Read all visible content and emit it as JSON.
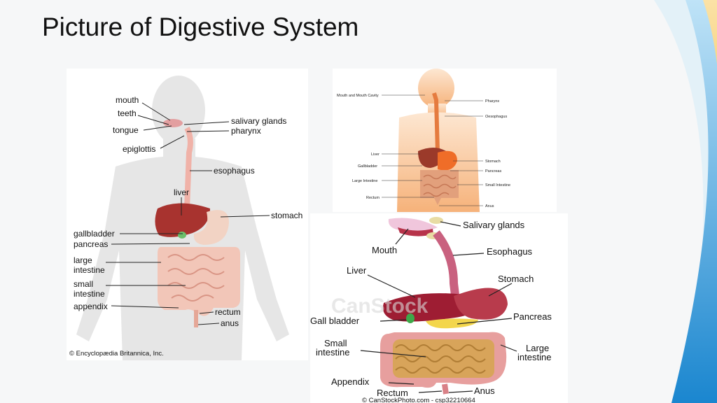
{
  "slide": {
    "title": "Picture of Digestive System"
  },
  "figure1": {
    "labels": {
      "mouth": "mouth",
      "teeth": "teeth",
      "tongue": "tongue",
      "epiglottis": "epiglottis",
      "salivary": "salivary glands",
      "pharynx": "pharynx",
      "esophagus": "esophagus",
      "liver": "liver",
      "stomach": "stomach",
      "gallbladder": "gallbladder",
      "pancreas": "pancreas",
      "large1": "large",
      "large2": "intestine",
      "small1": "small",
      "small2": "intestine",
      "appendix": "appendix",
      "rectum": "rectum",
      "anus": "anus"
    },
    "credit": "© Encyclopædia Britannica, Inc."
  },
  "figure2": {
    "labels": {
      "mouth": "Mouth and Mouth Cavity",
      "pharynx": "Pharynx",
      "esophagus": "Oesophagus",
      "liver": "Liver",
      "stomach": "Stomach",
      "gallbladder": "Gallbladder",
      "pancreas": "Pancreas",
      "large": "Large Intestine",
      "small": "Small Intestine",
      "rectum": "Rectum",
      "anus": "Anus"
    }
  },
  "figure3": {
    "labels": {
      "salivary": "Salivary glands",
      "mouth": "Mouth",
      "esophagus": "Esophagus",
      "liver": "Liver",
      "stomach": "Stomach",
      "gall": "Gall bladder",
      "pancreas": "Pancreas",
      "small1": "Small",
      "small2": "intestine",
      "large1": "Large",
      "large2": "intestine",
      "appendix": "Appendix",
      "rectum": "Rectum",
      "anus": "Anus"
    },
    "watermark": "CanStock",
    "credit": "© CanStockPhoto.com - csp32210664"
  },
  "colors": {
    "accent": "#1e8fd6",
    "skin": "#f9c49a",
    "liver": "#a8332f",
    "intestine": "#e7a98c"
  }
}
